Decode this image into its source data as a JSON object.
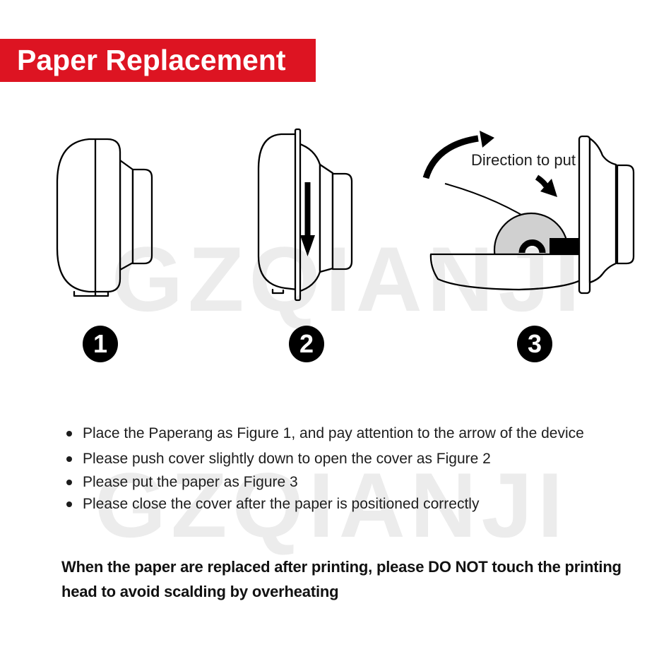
{
  "banner": {
    "title": "Paper Replacement",
    "bg_color": "#dd1422",
    "text_color": "#ffffff"
  },
  "watermark": {
    "text": "GZQIANJI",
    "color": "#ececec"
  },
  "figures": [
    {
      "label": "1",
      "description": "printer side view, closed cover"
    },
    {
      "label": "2",
      "description": "printer side view, push cover down (black down arrow)"
    },
    {
      "label": "3",
      "description": "printer opened with paper roll in cover tray",
      "direction_label": "Direction to put"
    }
  ],
  "instructions": {
    "bullets": [
      "Place the Paperang as Figure 1, and pay attention to the arrow of the device",
      "Please push cover slightly down to open the cover as Figure 2",
      "Please put the paper as Figure 3",
      "Please close the cover after the paper is positioned correctly"
    ]
  },
  "warning": {
    "lines": [
      "When the paper are replaced after printing, please DO NOT touch the printing",
      "head to avoid scalding by overheating"
    ]
  },
  "colors": {
    "paper_roll_gray": "#d0d0d0",
    "line_black": "#000000"
  }
}
